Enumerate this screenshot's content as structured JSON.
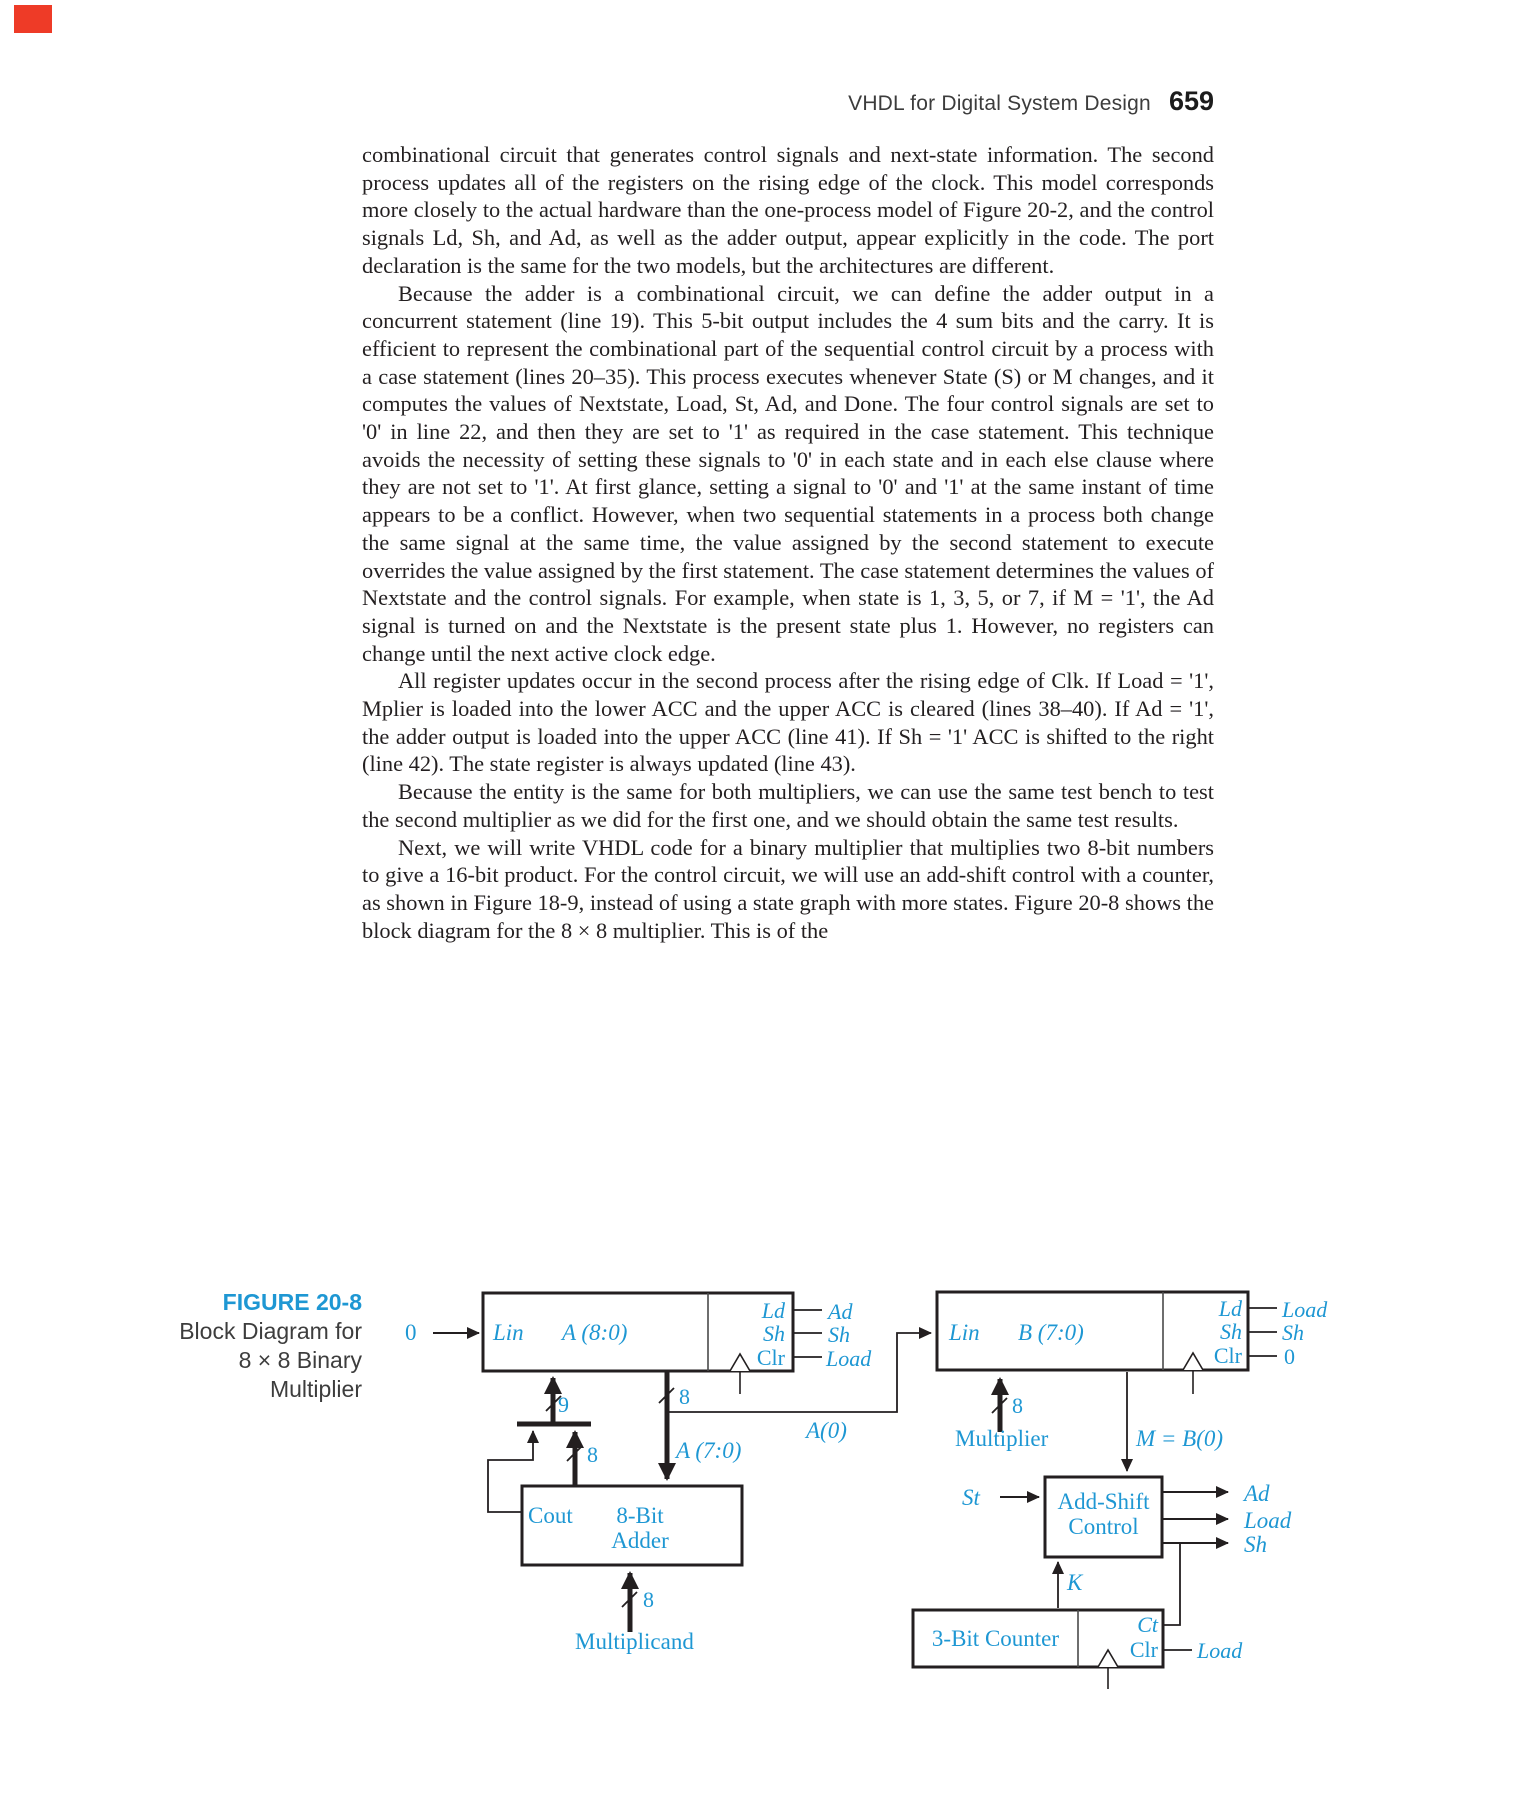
{
  "page": {
    "header": {
      "chapter_title": "VHDL for Digital System Design",
      "page_number": "659"
    },
    "corner_marker_color": "#ee3b27"
  },
  "body": {
    "paragraphs": [
      "combinational circuit that generates control signals and next-state information. The second process updates all of the registers on the rising edge of the clock. This model corresponds more closely to the actual hardware than the one-process model of Figure 20-2, and the control signals Ld, Sh, and Ad, as well as the adder output, appear explicitly in the code. The port declaration is the same for the two models, but the architectures are different.",
      "Because the adder is a combinational circuit, we can define the adder output in a concurrent statement (line 19). This 5-bit output includes the 4 sum bits and the carry. It is efficient to represent the combinational part of the sequential control circuit by a process with a case statement (lines 20–35). This process executes whenever State (S) or M changes, and it computes the values of Nextstate, Load, St, Ad, and Done. The four control signals are set to '0' in line 22, and then they are set to '1' as required in the case statement. This technique avoids the necessity of setting these signals to '0' in each state and in each else clause where they are not set to '1'. At first glance, setting a signal to '0' and '1' at the same instant of time appears to be a conflict. However, when two sequential statements in a process both change the same signal at the same time, the value assigned by the second statement to execute overrides the value assigned by the first statement. The case statement determines the values of Nextstate and the control signals. For example, when state is 1, 3, 5, or 7, if M = '1', the Ad signal is turned on and the Nextstate is the present state plus 1. However, no registers can change until the next active clock edge.",
      "All register updates occur in the second process after the rising edge of Clk. If Load = '1', Mplier is loaded into the lower ACC and the upper ACC is cleared (lines 38–40). If Ad = '1', the adder output is loaded into the upper ACC (line 41). If Sh = '1' ACC is shifted to the right (line 42). The state register is always updated (line 43).",
      "Because the entity is the same for both multipliers, we can use the same test bench to test the second multiplier as we did for the first one, and we should obtain the same test results.",
      "Next, we will write VHDL code for a binary multiplier that multiplies two 8-bit numbers to give a 16-bit product. For the control circuit, we will use an add-shift control with a counter, as shown in Figure 18-9, instead of using a state graph with more states. Figure 20-8 shows the block diagram for the 8 × 8 multiplier. This is of the"
    ]
  },
  "figure": {
    "label": "FIGURE 20-8",
    "caption_lines": [
      "Block Diagram for",
      "8 × 8 Binary",
      "Multiplier"
    ],
    "accent_color": "#1e97d3",
    "diagram": {
      "a_register": {
        "input": "0",
        "lin": "Lin",
        "name": "A (8:0)",
        "ports": [
          "Ld",
          "Sh",
          "Clr"
        ],
        "signals": [
          "Ad",
          "Sh",
          "Load"
        ]
      },
      "b_register": {
        "lin": "Lin",
        "name": "B (7:0)",
        "ports": [
          "Ld",
          "Sh",
          "Clr"
        ],
        "signals": [
          "Load",
          "Sh",
          "0"
        ]
      },
      "adder": {
        "cout": "Cout",
        "line1": "8-Bit",
        "line2": "Adder"
      },
      "control": {
        "line1": "Add-Shift",
        "line2": "Control",
        "input_st": "St",
        "input_k": "K",
        "outputs": [
          "Ad",
          "Load",
          "Sh"
        ]
      },
      "counter": {
        "name": "3-Bit Counter",
        "ports": [
          "Ct",
          "Clr"
        ],
        "clr_signal": "Load"
      },
      "bus_widths": {
        "nine": "9",
        "eight": "8"
      },
      "wires": {
        "a_bus": "A (7:0)",
        "a0": "A(0)",
        "m": "M = B(0)",
        "multiplier": "Multiplier",
        "multiplicand": "Multiplicand"
      }
    }
  }
}
